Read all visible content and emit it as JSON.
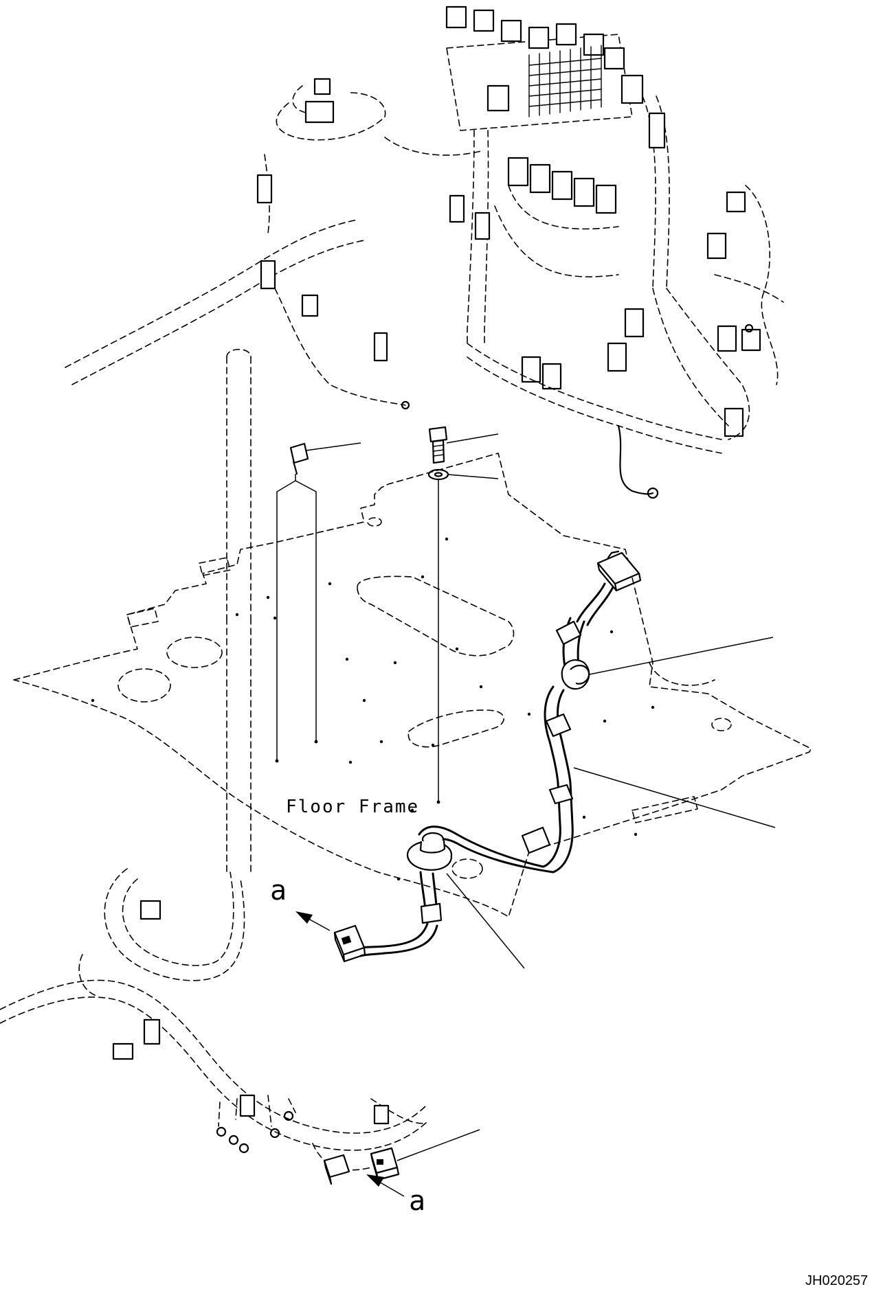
{
  "labels": {
    "floor_frame": "Floor Frame",
    "view_top": "a",
    "view_bottom": "a",
    "drawing_code": "JH020257"
  }
}
